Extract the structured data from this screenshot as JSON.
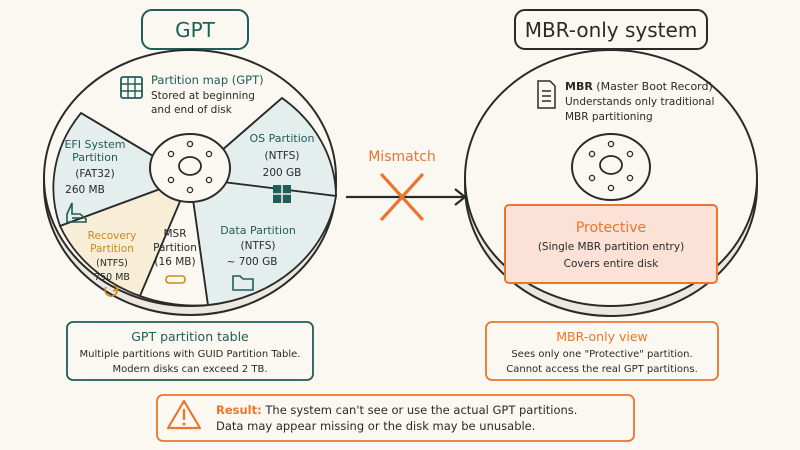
{
  "gpt": {
    "title": "GPT",
    "partition_map": {
      "title": "Partition map (GPT)",
      "line1": "Stored at beginning",
      "line2": "and end of disk"
    },
    "efi": {
      "name1": "EFI System",
      "name2": "Partition",
      "fs": "(FAT32)",
      "size": "260 MB"
    },
    "os": {
      "name": "OS Partition",
      "fs": "(NTFS)",
      "size": "200 GB"
    },
    "recovery": {
      "name1": "Recovery",
      "name2": "Partition",
      "fs": "(NTFS)",
      "size": "750 MB"
    },
    "msr": {
      "name1": "MSR",
      "name2": "Partition",
      "size": "(16 MB)"
    },
    "data": {
      "name": "Data Partition",
      "fs": "(NTFS)",
      "size": "~ 700 GB"
    },
    "table_box": {
      "title": "GPT partition table",
      "line1": "Multiple partitions with GUID Partition Table.",
      "line2": "Modern disks can exceed 2 TB."
    }
  },
  "mismatch": {
    "label": "Mismatch"
  },
  "mbr": {
    "title": "MBR-only system",
    "mbr_bold": "MBR",
    "mbr_rest": " (Master Boot Record)",
    "line1": "Understands only traditional",
    "line2": "MBR partitioning",
    "protective": {
      "title": "Protective",
      "line1": "(Single MBR partition entry)",
      "line2": "Covers entire disk"
    },
    "view_box": {
      "title": "MBR-only view",
      "line1": "Sees only one \"Protective\" partition.",
      "line2": "Cannot access the real GPT partitions."
    }
  },
  "result": {
    "bold": "Result:",
    "line1": " The system can't see or use the actual GPT partitions.",
    "line2": "Data may appear missing or the disk may be unusable."
  },
  "colors": {
    "teal": "#1f5d59",
    "accent": "#e8762f",
    "recovery": "#c98a1e",
    "slice_teal": "#e4eeec",
    "slice_amber": "#f8edd6",
    "protective_fill": "#fbe1d6"
  }
}
